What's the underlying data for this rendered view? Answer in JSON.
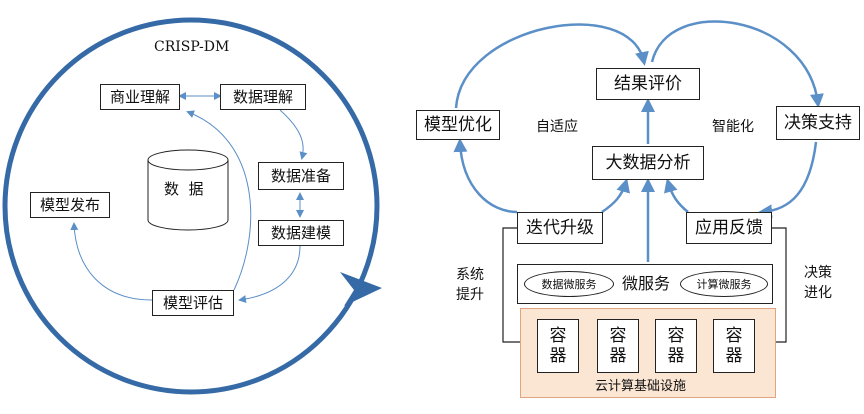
{
  "left": {
    "title": "CRISP-DM",
    "nodes": {
      "business": "商业理解",
      "data_understanding": "数据理解",
      "data_prep": "数据准备",
      "modeling": "数据建模",
      "evaluation": "模型评估",
      "deployment": "模型发布"
    },
    "center_db": "数  据"
  },
  "right": {
    "result_eval": "结果评价",
    "big_data_analysis": "大数据分析",
    "model_opt": "模型优化",
    "decision_support": "决策支持",
    "iterate": "迭代升级",
    "feedback": "应用反馈",
    "adaptive": "自适应",
    "intelligent": "智能化",
    "system_upgrade": [
      "系统",
      "提升"
    ],
    "decision_evolve": [
      "决策",
      "进化"
    ],
    "microservice": "微服务",
    "data_microservice": "数据微服务",
    "compute_microservice": "计算微服务",
    "containers": [
      [
        "容",
        "器"
      ],
      [
        "容",
        "器"
      ],
      [
        "容",
        "器"
      ],
      [
        "容",
        "器"
      ]
    ],
    "cloud": "云计算基础设施"
  },
  "colors": {
    "arrow_blue": "#5b8fc7",
    "cycle_border": "#356aa6",
    "infra_fill": "#fbe5d3",
    "infra_border": "#e0a57e"
  }
}
